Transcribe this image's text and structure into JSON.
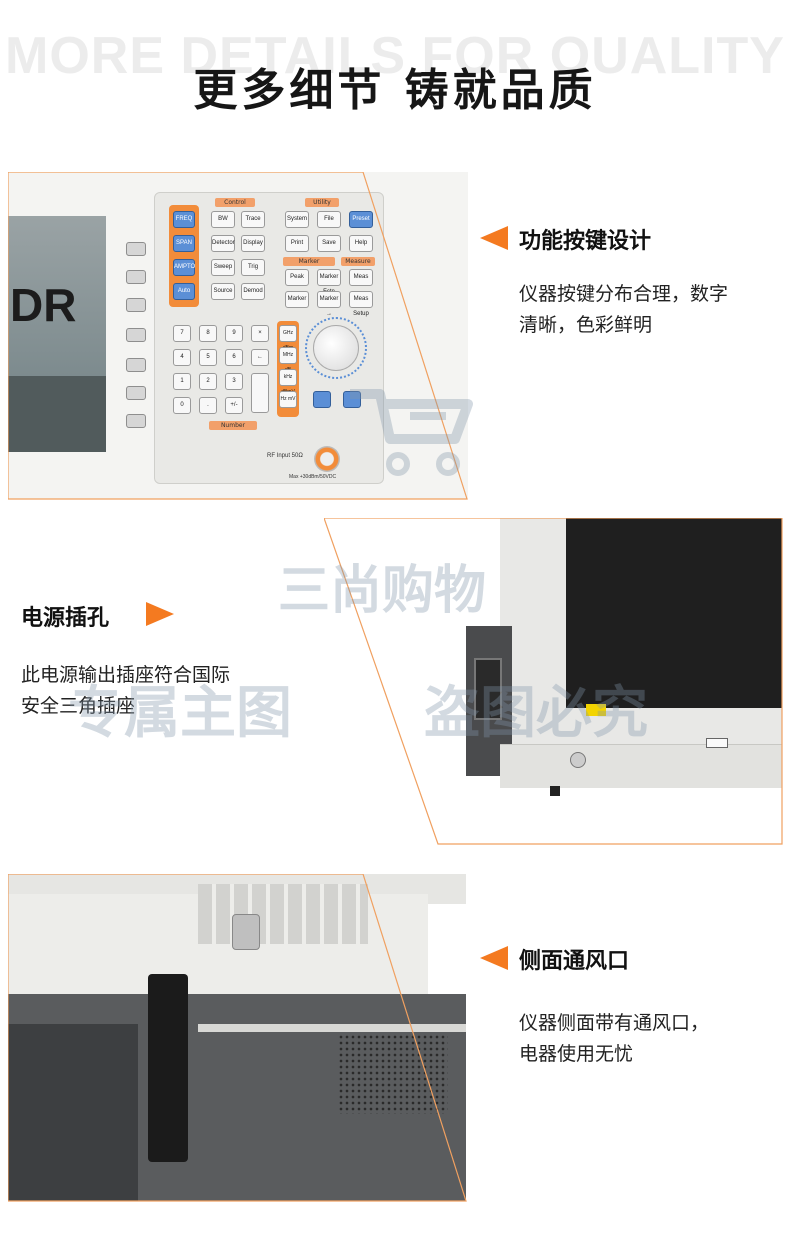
{
  "header": {
    "background_text": "MORE DETAILS FOR QUALITY",
    "title": "更多细节 铸就品质"
  },
  "colors": {
    "accent": "#f47a20",
    "border_line": "#f0a060",
    "watermark": "#8296aa"
  },
  "section1": {
    "heading": "功能按键设计",
    "body_line1": "仪器按键分布合理，数字",
    "body_line2": "清晰，色彩鲜明",
    "photo": {
      "logo_text": "DR",
      "tags": {
        "control": "Control",
        "utility": "Utility",
        "marker": "Marker",
        "measure": "Measure",
        "number": "Number"
      },
      "keys": {
        "freq": "FREQ",
        "span": "SPAN",
        "ampto": "AMPTO",
        "auto": "Auto",
        "bw": "BW",
        "trace": "Trace",
        "detector": "Detector",
        "display": "Display",
        "sweep": "Sweep",
        "trig": "Trig",
        "source": "Source",
        "demod": "Demod",
        "system": "System",
        "file": "File",
        "preset": "Preset",
        "print": "Print",
        "save": "Save",
        "help": "Help",
        "peak": "Peak",
        "marker_fctn": "Marker Fctn",
        "meas": "Meas",
        "marker": "Marker",
        "marker_arrow": "Marker →",
        "meas_setup": "Meas Setup",
        "n7": "7",
        "n8": "8",
        "n9": "9",
        "nx": "×",
        "n4": "4",
        "n5": "5",
        "n6": "6",
        "nback": "←",
        "n1": "1",
        "n2": "2",
        "n3": "3",
        "n0": "0",
        "ndot": ".",
        "nsign": "+/-",
        "u1": "GHz dBm",
        "u2": "MHz dB",
        "u3": "kHz dBmV",
        "u4": "Hz mV"
      },
      "rf_label": "RF Input 50Ω",
      "max_label": "Max +30dBm/50VDC"
    }
  },
  "section2": {
    "heading": "电源插孔",
    "body_line1": "此电源输出插座符合国际",
    "body_line2": "安全三角插座"
  },
  "section3": {
    "heading": "侧面通风口",
    "body_line1": "仪器侧面带有通风口，",
    "body_line2": "电器使用无忧"
  },
  "watermarks": {
    "brand": "三尚购物",
    "notice_left": "专属主图",
    "notice_right": "盗图必究"
  }
}
